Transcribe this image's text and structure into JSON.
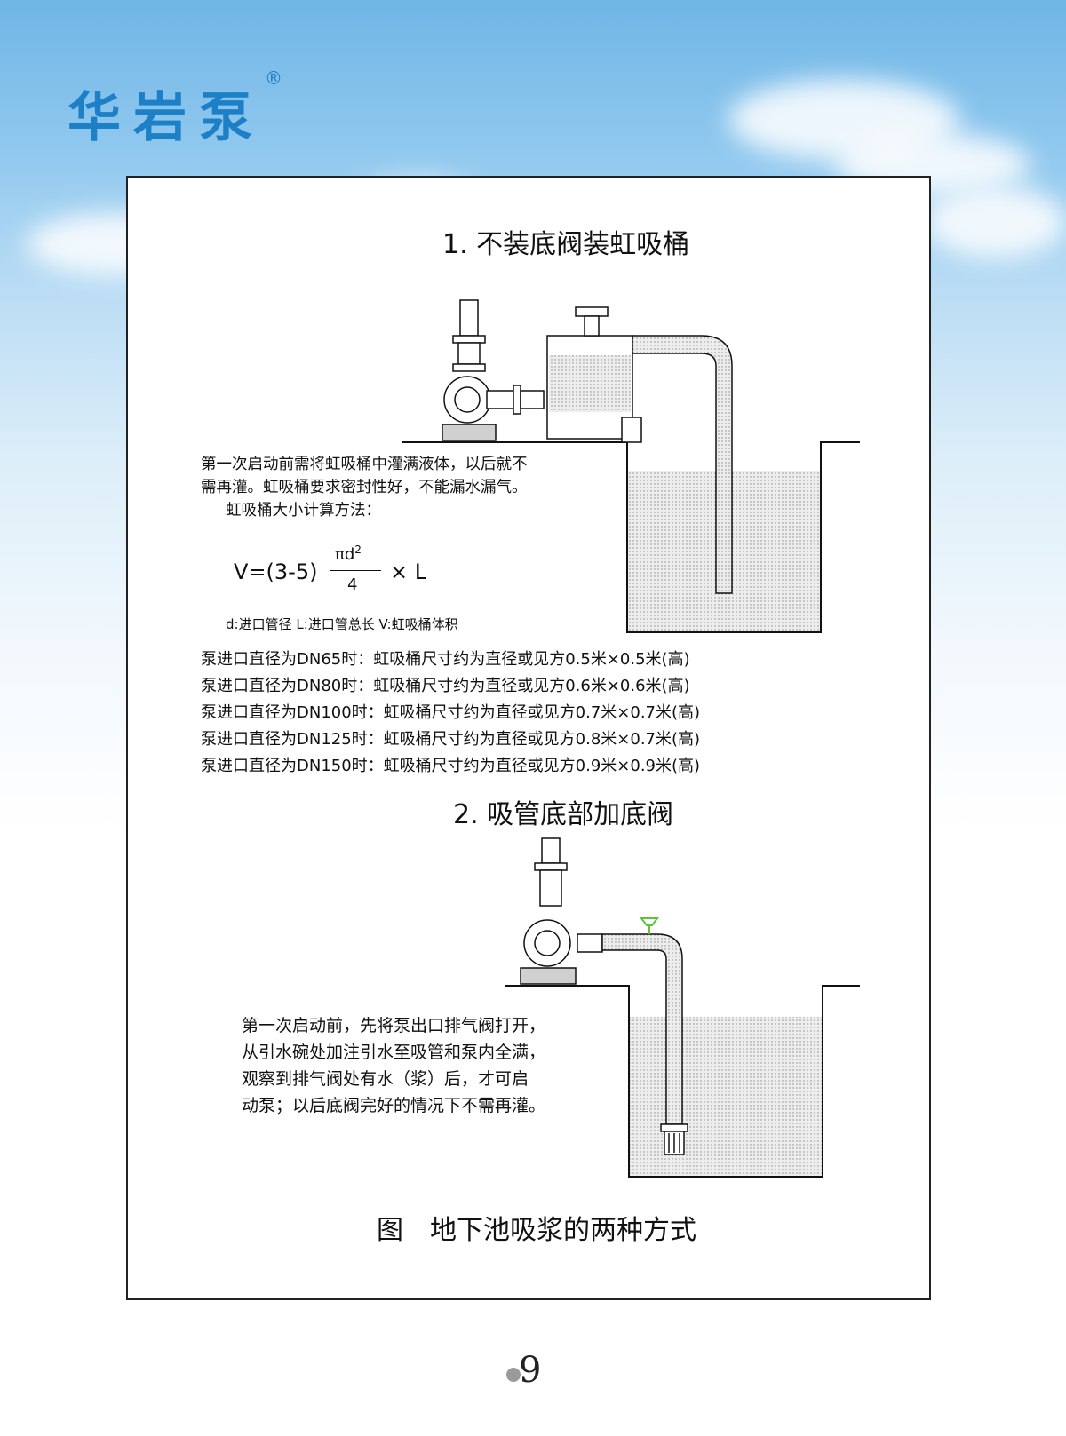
{
  "brand": {
    "name": "华岩泵",
    "registered": "®"
  },
  "section1": {
    "title": "1. 不装底阀装虹吸桶",
    "note_lines": [
      "第一次启动前需将虹吸桶中灌满液体，以后就不",
      "需再灌。虹吸桶要求密封性好，不能漏水漏气。",
      "虹吸桶大小计算方法："
    ],
    "formula": {
      "lhs": "V=(3-5)",
      "numerator": "πd",
      "exponent": "2",
      "denominator": "4",
      "rhs": "× L"
    },
    "legend": "d:进口管径    L:进口管总长    V:虹吸桶体积",
    "sizes": [
      "泵进口直径为DN65时：虹吸桶尺寸约为直径或见方0.5米×0.5米(高)",
      "泵进口直径为DN80时：虹吸桶尺寸约为直径或见方0.6米×0.6米(高)",
      "泵进口直径为DN100时：虹吸桶尺寸约为直径或见方0.7米×0.7米(高)",
      "泵进口直径为DN125时：虹吸桶尺寸约为直径或见方0.8米×0.7米(高)",
      "泵进口直径为DN150时：虹吸桶尺寸约为直径或见方0.9米×0.9米(高)"
    ]
  },
  "section2": {
    "title": "2. 吸管底部加底阀",
    "note_lines": [
      "第一次启动前，先将泵出口排气阀打开，",
      "从引水碗处加注引水至吸管和泵内全满，",
      "观察到排气阀处有水（浆）后，才可启",
      "动泵；以后底阀完好的情况下不需再灌。"
    ]
  },
  "caption": {
    "label": "图",
    "text": "地下池吸浆的两种方式"
  },
  "page_number": "9",
  "colors": {
    "brand": "#1d7fc6",
    "valve_green": "#5cc43a",
    "water": "#d9d9d9"
  }
}
